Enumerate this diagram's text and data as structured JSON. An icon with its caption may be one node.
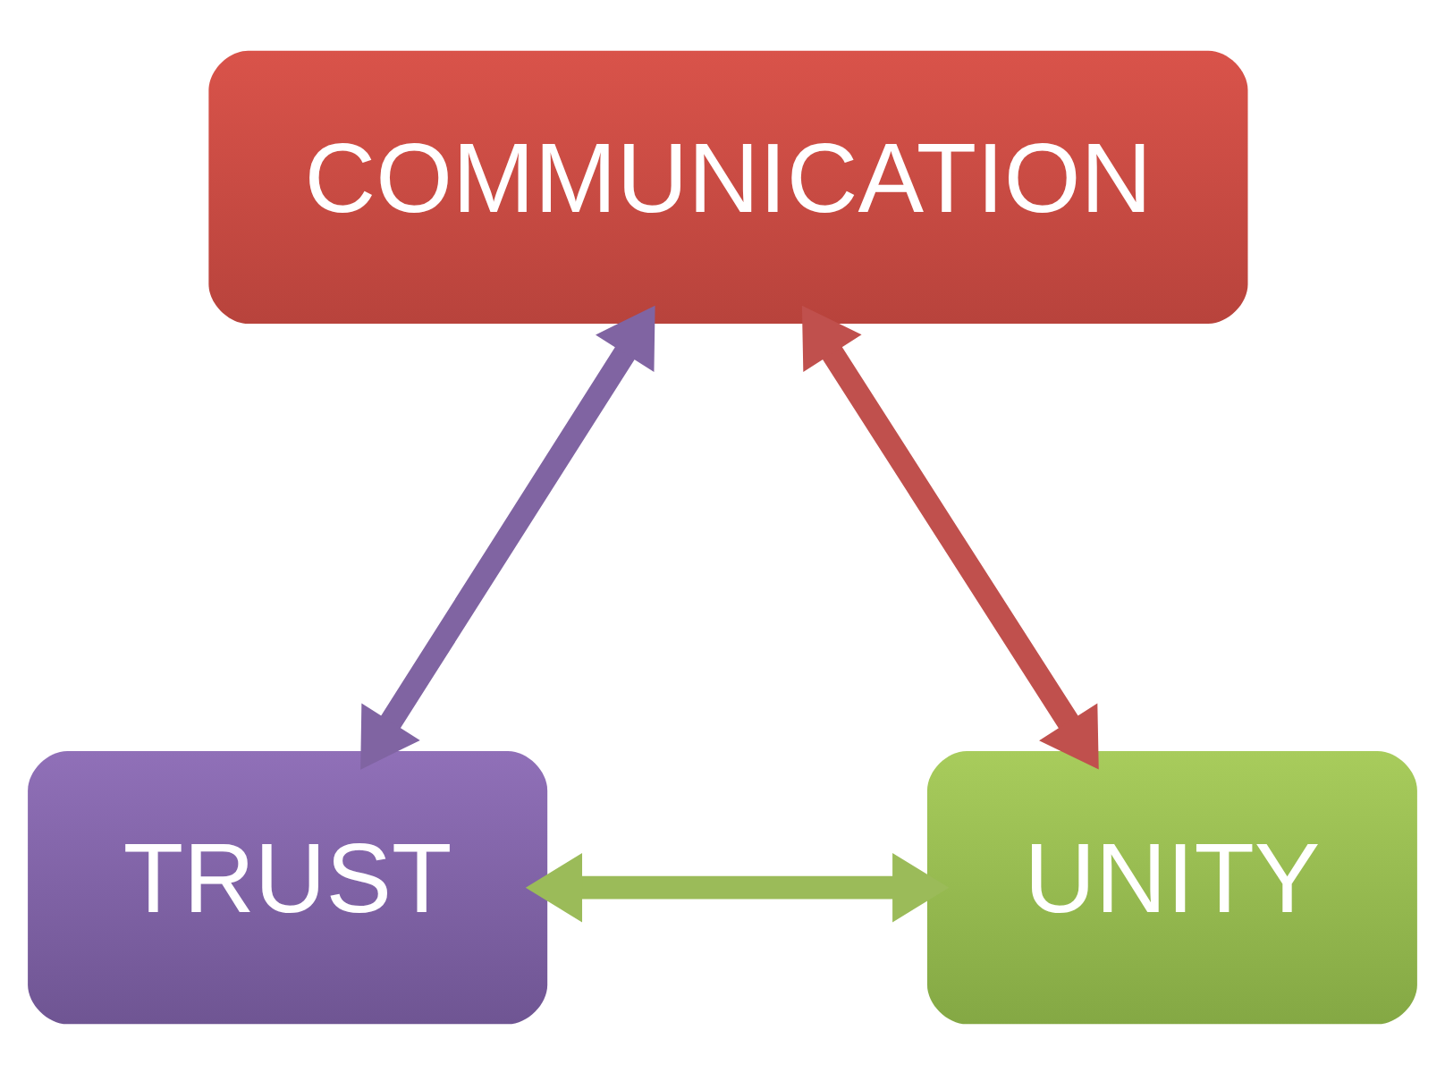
{
  "diagram": {
    "nodes": [
      {
        "text": [
          "COMMUNICATION"
        ]
      },
      {
        "text": [
          "TRUST"
        ]
      },
      {
        "text": [
          "UNITY"
        ]
      }
    ],
    "edges": [
      {
        "from": 1,
        "to": 0,
        "arrow": "both",
        "color": "#8064a2"
      },
      {
        "from": 0,
        "to": 2,
        "arrow": "both",
        "color": "#c0504d"
      },
      {
        "from": 1,
        "to": 2,
        "arrow": "both",
        "color": "#9bbb59"
      }
    ]
  }
}
